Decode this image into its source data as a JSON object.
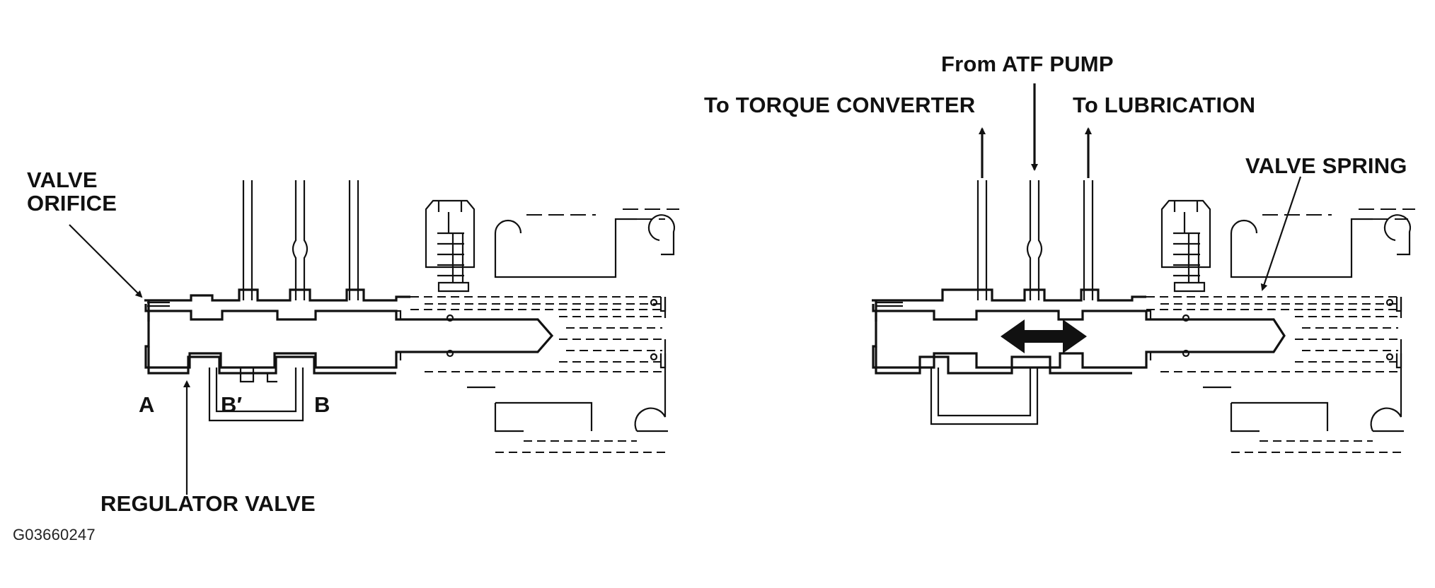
{
  "labels": {
    "valve_orifice": "VALVE\nORIFICE",
    "port_a": "A",
    "port_b_prime": "B′",
    "port_b": "B",
    "regulator_valve": "REGULATOR VALVE",
    "figure_code": "G03660247",
    "from_atf_pump": "From ATF PUMP",
    "to_torque_converter": "To TORQUE CONVERTER",
    "to_lubrication": "To LUBRICATION",
    "valve_spring": "VALVE SPRING"
  },
  "colors": {
    "ink": "#111111",
    "background": "#ffffff"
  },
  "icons": {
    "flow_arrow": "arrow-icon",
    "movement": "double-headed-arrow-icon"
  }
}
